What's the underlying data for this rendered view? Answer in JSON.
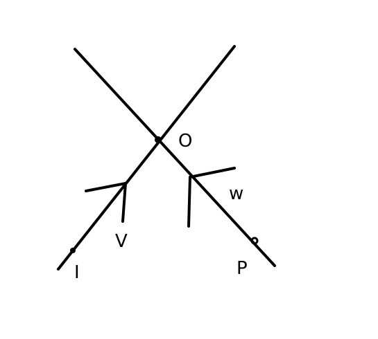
{
  "labels": {
    "intersection": "O",
    "left_point": "I",
    "left_arrow": "V",
    "right_arrow": "w",
    "right_point": "P"
  },
  "colors": {
    "ink": "#000000",
    "background": "#ffffff"
  }
}
